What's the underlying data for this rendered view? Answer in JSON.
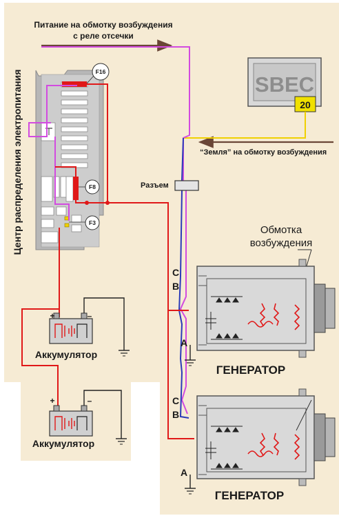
{
  "top_note": {
    "line1": "Питание на обмотку возбуждения",
    "line2": "с реле отсечки"
  },
  "side_title": "Центр распределения электропитания",
  "sbec": {
    "label": "SBEC",
    "pin": "20"
  },
  "ground_note": "“Земля” на обмотку возбуждения",
  "connector_label": "Разъем",
  "winding_label": {
    "line1": "Обмотка",
    "line2": "возбуждения"
  },
  "fuses": {
    "f16": "F16",
    "f8": "F8",
    "f3": "F3"
  },
  "alternators": [
    {
      "title": "ГЕНЕРАТОР",
      "terminals": {
        "c": "C",
        "b": "B",
        "a": "A"
      }
    },
    {
      "title": "ГЕНЕРАТОР",
      "terminals": {
        "c": "C",
        "b": "B",
        "a": "A"
      }
    }
  ],
  "batteries": [
    {
      "label": "Аккумулятор",
      "plus": "+",
      "minus": "–"
    },
    {
      "label": "Аккумулятор",
      "plus": "+",
      "minus": "–"
    }
  ],
  "colors": {
    "background_panel": "#f6ebd4",
    "wire_red": "#e01818",
    "wire_violet": "#d24be0",
    "wire_blue": "#2a3ab8",
    "wire_yellow": "#f0d000",
    "arrow_brown": "#6a4636",
    "sbec_box": "#d8d8d8"
  }
}
